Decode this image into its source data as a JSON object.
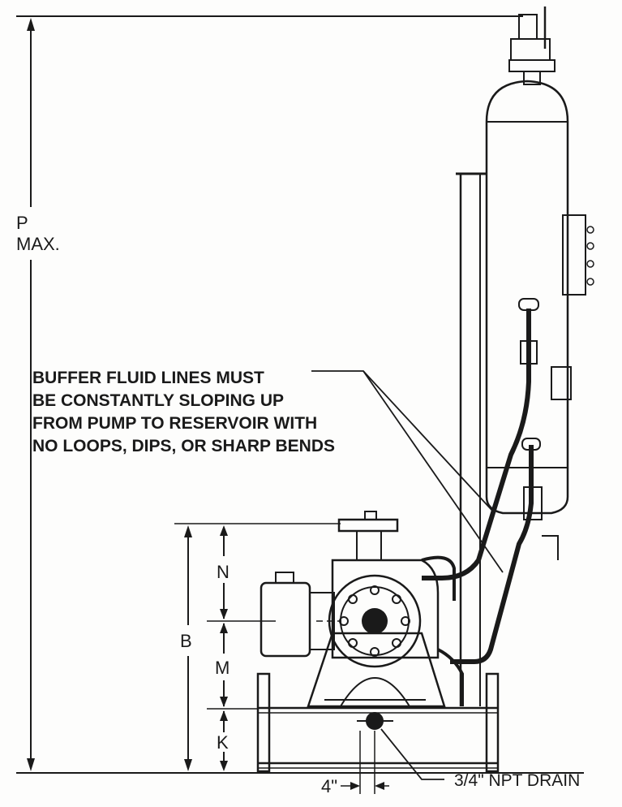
{
  "labels": {
    "p": "P",
    "max": "MAX.",
    "b": "B",
    "n": "N",
    "m": "M",
    "k": "K",
    "four_inch": "4\"",
    "drain": "3/4\" NPT DRAIN"
  },
  "note": {
    "line1": "BUFFER FLUID LINES MUST",
    "line2": "BE CONSTANTLY SLOPING UP",
    "line3": "FROM PUMP TO RESERVOIR WITH",
    "line4": "NO LOOPS, DIPS, OR SHARP BENDS"
  },
  "colors": {
    "ink": "#1a1a1a",
    "paper": "#fdfdfc"
  }
}
